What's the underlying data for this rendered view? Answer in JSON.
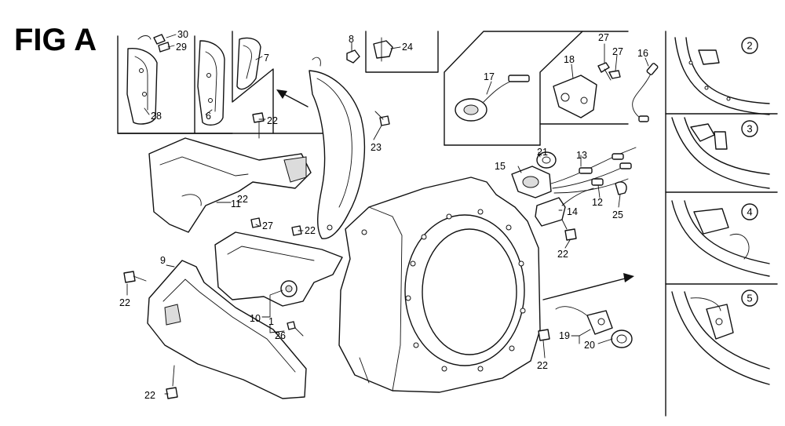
{
  "figure": {
    "title": "FIG A"
  },
  "callouts": [
    "1",
    "6",
    "7",
    "8",
    "9",
    "10",
    "11",
    "12",
    "13",
    "14",
    "15",
    "16",
    "17",
    "18",
    "19",
    "20",
    "21",
    "22",
    "22",
    "22",
    "22",
    "22",
    "22",
    "22",
    "23",
    "24",
    "25",
    "26",
    "27",
    "27",
    "27",
    "28",
    "29",
    "30"
  ],
  "detail_views": [
    "2",
    "3",
    "4",
    "5"
  ]
}
